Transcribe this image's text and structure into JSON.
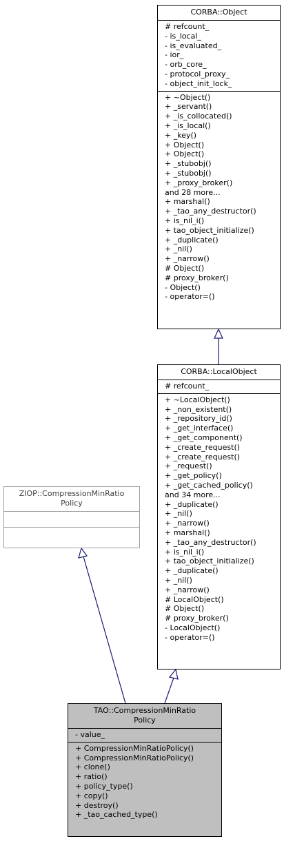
{
  "classes": {
    "corba_object": {
      "title": "CORBA::Object",
      "attributes": [
        "# refcount_",
        "- is_local_",
        "- is_evaluated_",
        "- ior_",
        "- orb_core_",
        "- protocol_proxy_",
        "- object_init_lock_"
      ],
      "operations": [
        "+ ~Object()",
        "+ _servant()",
        "+ _is_collocated()",
        "+ _is_local()",
        "+ _key()",
        "+ Object()",
        "+ Object()",
        "+ _stubobj()",
        "+ _stubobj()",
        "+ _proxy_broker()",
        "and 28 more...",
        "+ marshal()",
        "+ _tao_any_destructor()",
        "+ is_nil_i()",
        "+ tao_object_initialize()",
        "+ _duplicate()",
        "+ _nil()",
        "+ _narrow()",
        "# Object()",
        "# proxy_broker()",
        "- Object()",
        "- operator=()"
      ]
    },
    "corba_localobject": {
      "title": "CORBA::LocalObject",
      "attributes": [
        "# refcount_"
      ],
      "operations": [
        "+ ~LocalObject()",
        "+ _non_existent()",
        "+ _repository_id()",
        "+ _get_interface()",
        "+ _get_component()",
        "+ _create_request()",
        "+ _create_request()",
        "+ _request()",
        "+ _get_policy()",
        "+ _get_cached_policy()",
        "and 34 more...",
        "+ _duplicate()",
        "+ _nil()",
        "+ _narrow()",
        "+ marshal()",
        "+ _tao_any_destructor()",
        "+ is_nil_i()",
        "+ tao_object_initialize()",
        "+ _duplicate()",
        "+ _nil()",
        "+ _narrow()",
        "# LocalObject()",
        "# Object()",
        "# proxy_broker()",
        "- LocalObject()",
        "- operator=()"
      ]
    },
    "ziop_policy": {
      "title": "ZIOP::CompressionMinRatio\nPolicy",
      "attributes": [],
      "operations": []
    },
    "tao_policy": {
      "title": "TAO::CompressionMinRatio\nPolicy",
      "attributes": [
        "- value_"
      ],
      "operations": [
        "+ CompressionMinRatioPolicy()",
        "+ CompressionMinRatioPolicy()",
        "+ clone()",
        "+ ratio()",
        "+ policy_type()",
        "+ copy()",
        "+ destroy()",
        "+ _tao_cached_type()"
      ]
    }
  },
  "colors": {
    "edge_navy": "#191970",
    "gray_border": "#a0a0a0",
    "highlight_fill": "#bfbfbf"
  }
}
